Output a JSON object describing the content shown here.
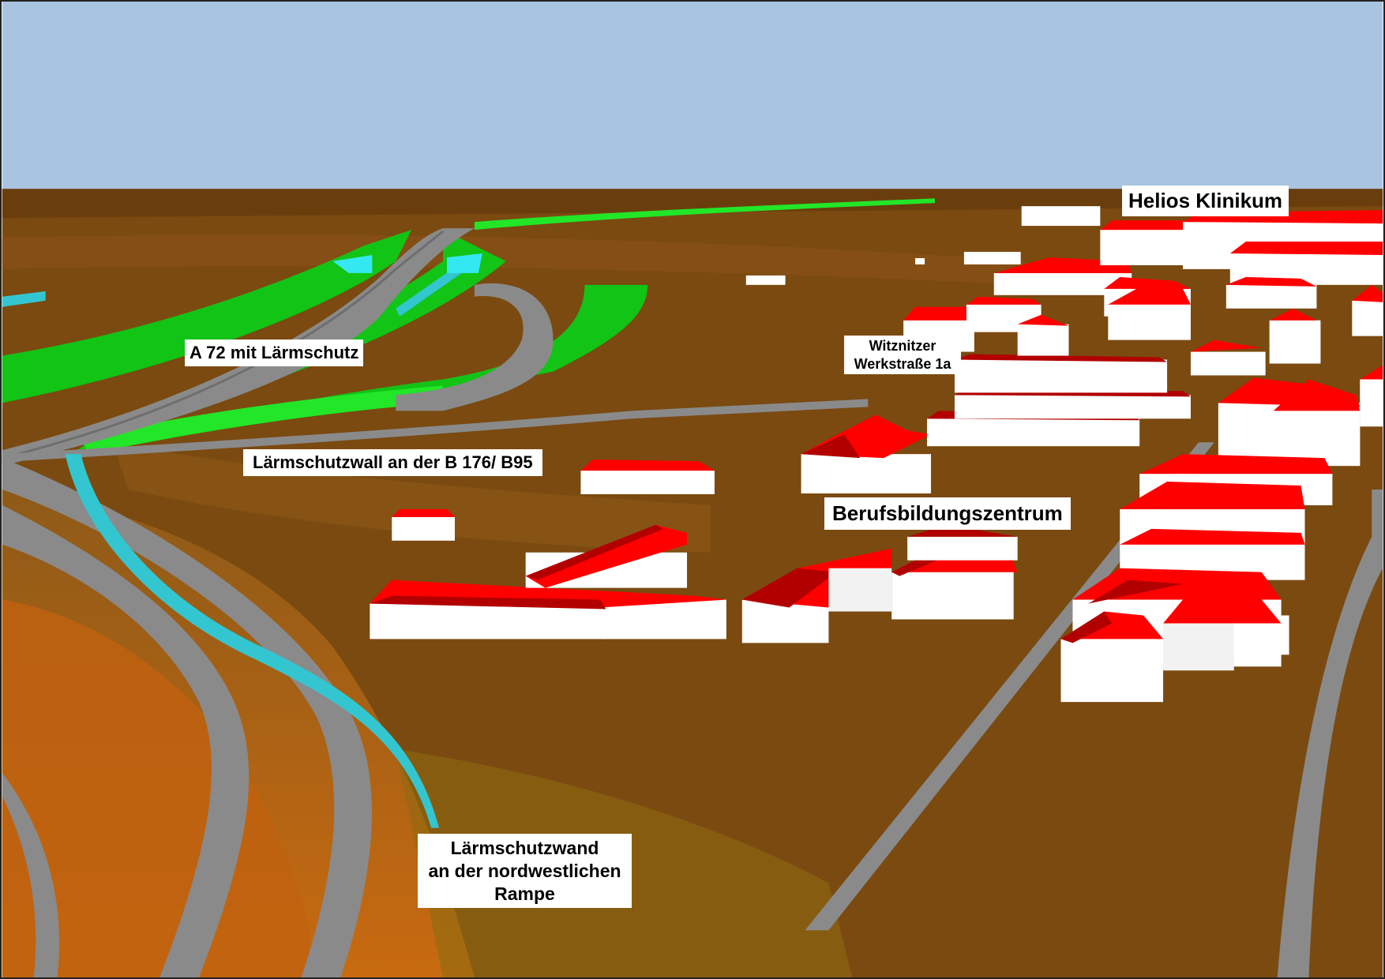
{
  "colors": {
    "sky": "#a9c4e0",
    "terrain": "#7a4a10",
    "terrain_light": "#8e5a18",
    "terrain_orange": "#b06414",
    "embankment_green": "#11c416",
    "embankment_bright": "#22e628",
    "road": "#8a8a8a",
    "noise_wall": "#33c6d0",
    "roof": "#ff0000",
    "roof_dark": "#b20000",
    "wall": "#ffffff",
    "label_bg": "#ffffff"
  },
  "labels": {
    "a72": "A 72 mit Lärmschutz",
    "wall_b176": "Lärmschutzwall an der B 176/ B95",
    "witznitzer_line1": "Witznitzer",
    "witznitzer_line2": "Werkstraße 1a",
    "helios": "Helios Klinikum",
    "berufsbildung": "Berufsbildungszentrum",
    "rampe_line1": "Lärmschutzwand",
    "rampe_line2": "an der nordwestlichen",
    "rampe_line3": "Rampe"
  }
}
